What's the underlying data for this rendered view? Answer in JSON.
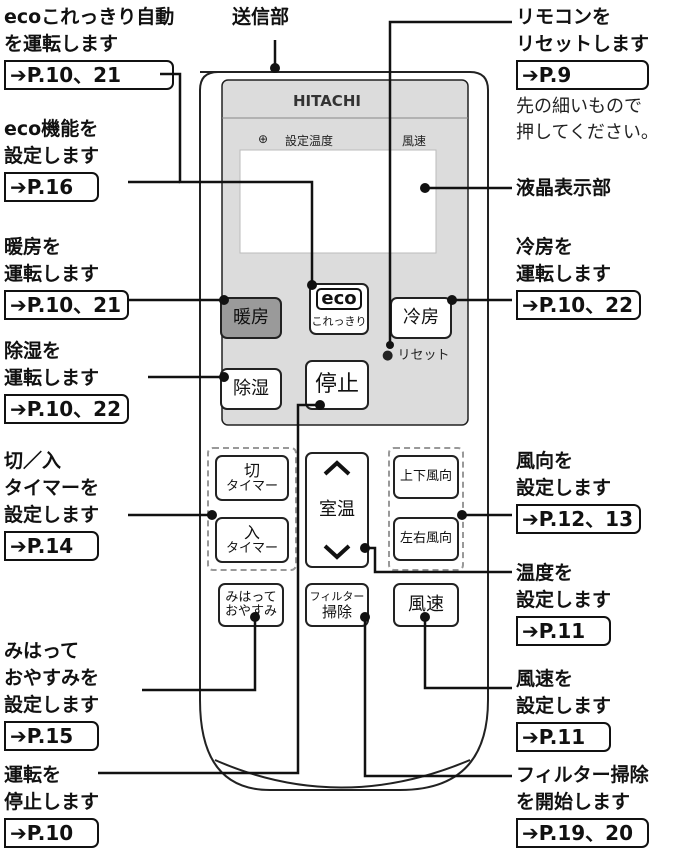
{
  "title": "",
  "callouts": {
    "eco_run": {
      "lines": [
        "ecoこれっきり自動",
        "を運転します"
      ],
      "ref": "➔P.10、21"
    },
    "send": {
      "lines": [
        "送信部"
      ]
    },
    "reset": {
      "lines": [
        "リモコンを",
        "リセットします"
      ],
      "ref": "➔P.9",
      "note": [
        "先の細いもので",
        "押してください。"
      ]
    },
    "eco_func": {
      "lines": [
        "eco機能を",
        "設定します"
      ],
      "ref": "➔P.16"
    },
    "lcd": {
      "lines": [
        "液晶表示部"
      ]
    },
    "heat": {
      "lines": [
        "暖房を",
        "運転します"
      ],
      "ref": "➔P.10、21"
    },
    "cool": {
      "lines": [
        "冷房を",
        "運転します"
      ],
      "ref": "➔P.10、22"
    },
    "dehum": {
      "lines": [
        "除湿を",
        "運転します"
      ],
      "ref": "➔P.10、22"
    },
    "timer": {
      "lines": [
        "切／入",
        "タイマーを",
        "設定します"
      ],
      "ref": "➔P.14"
    },
    "louver": {
      "lines": [
        "風向を",
        "設定します"
      ],
      "ref": "➔P.12、13"
    },
    "temp": {
      "lines": [
        "温度を",
        "設定します"
      ],
      "ref": "➔P.11"
    },
    "sleep": {
      "lines": [
        "みはって",
        "おやすみを",
        "設定します"
      ],
      "ref": "➔P.15"
    },
    "fan": {
      "lines": [
        "風速を",
        "設定します"
      ],
      "ref": "➔P.11"
    },
    "stop": {
      "lines": [
        "運転を",
        "停止します"
      ],
      "ref": "➔P.10"
    },
    "filter": {
      "lines": [
        "フィルター掃除",
        "を開始します"
      ],
      "ref": "➔P.19、20"
    }
  },
  "remote": {
    "brand": "HITACHI",
    "display_labels": {
      "timer": "⊕",
      "temp": "設定温度",
      "fan": "風速"
    },
    "buttons": {
      "heat": "暖房",
      "eco_top": "eco",
      "eco_bottom": "これっきり",
      "cool": "冷房",
      "reset": "リセット",
      "dehum": "除湿",
      "stop": "停止",
      "off_timer": [
        "切",
        "タイマー"
      ],
      "on_timer": [
        "入",
        "タイマー"
      ],
      "temp": "室温",
      "up_down": "上下風向",
      "left_right": "左右風向",
      "sleep": [
        "みはって",
        "おやすみ"
      ],
      "filter": [
        "フィルター",
        "掃除"
      ],
      "fan": "風速"
    }
  },
  "colors": {
    "panel": "#dcdcdc",
    "button_gray": "#9a9a9a",
    "line": "#111111"
  }
}
